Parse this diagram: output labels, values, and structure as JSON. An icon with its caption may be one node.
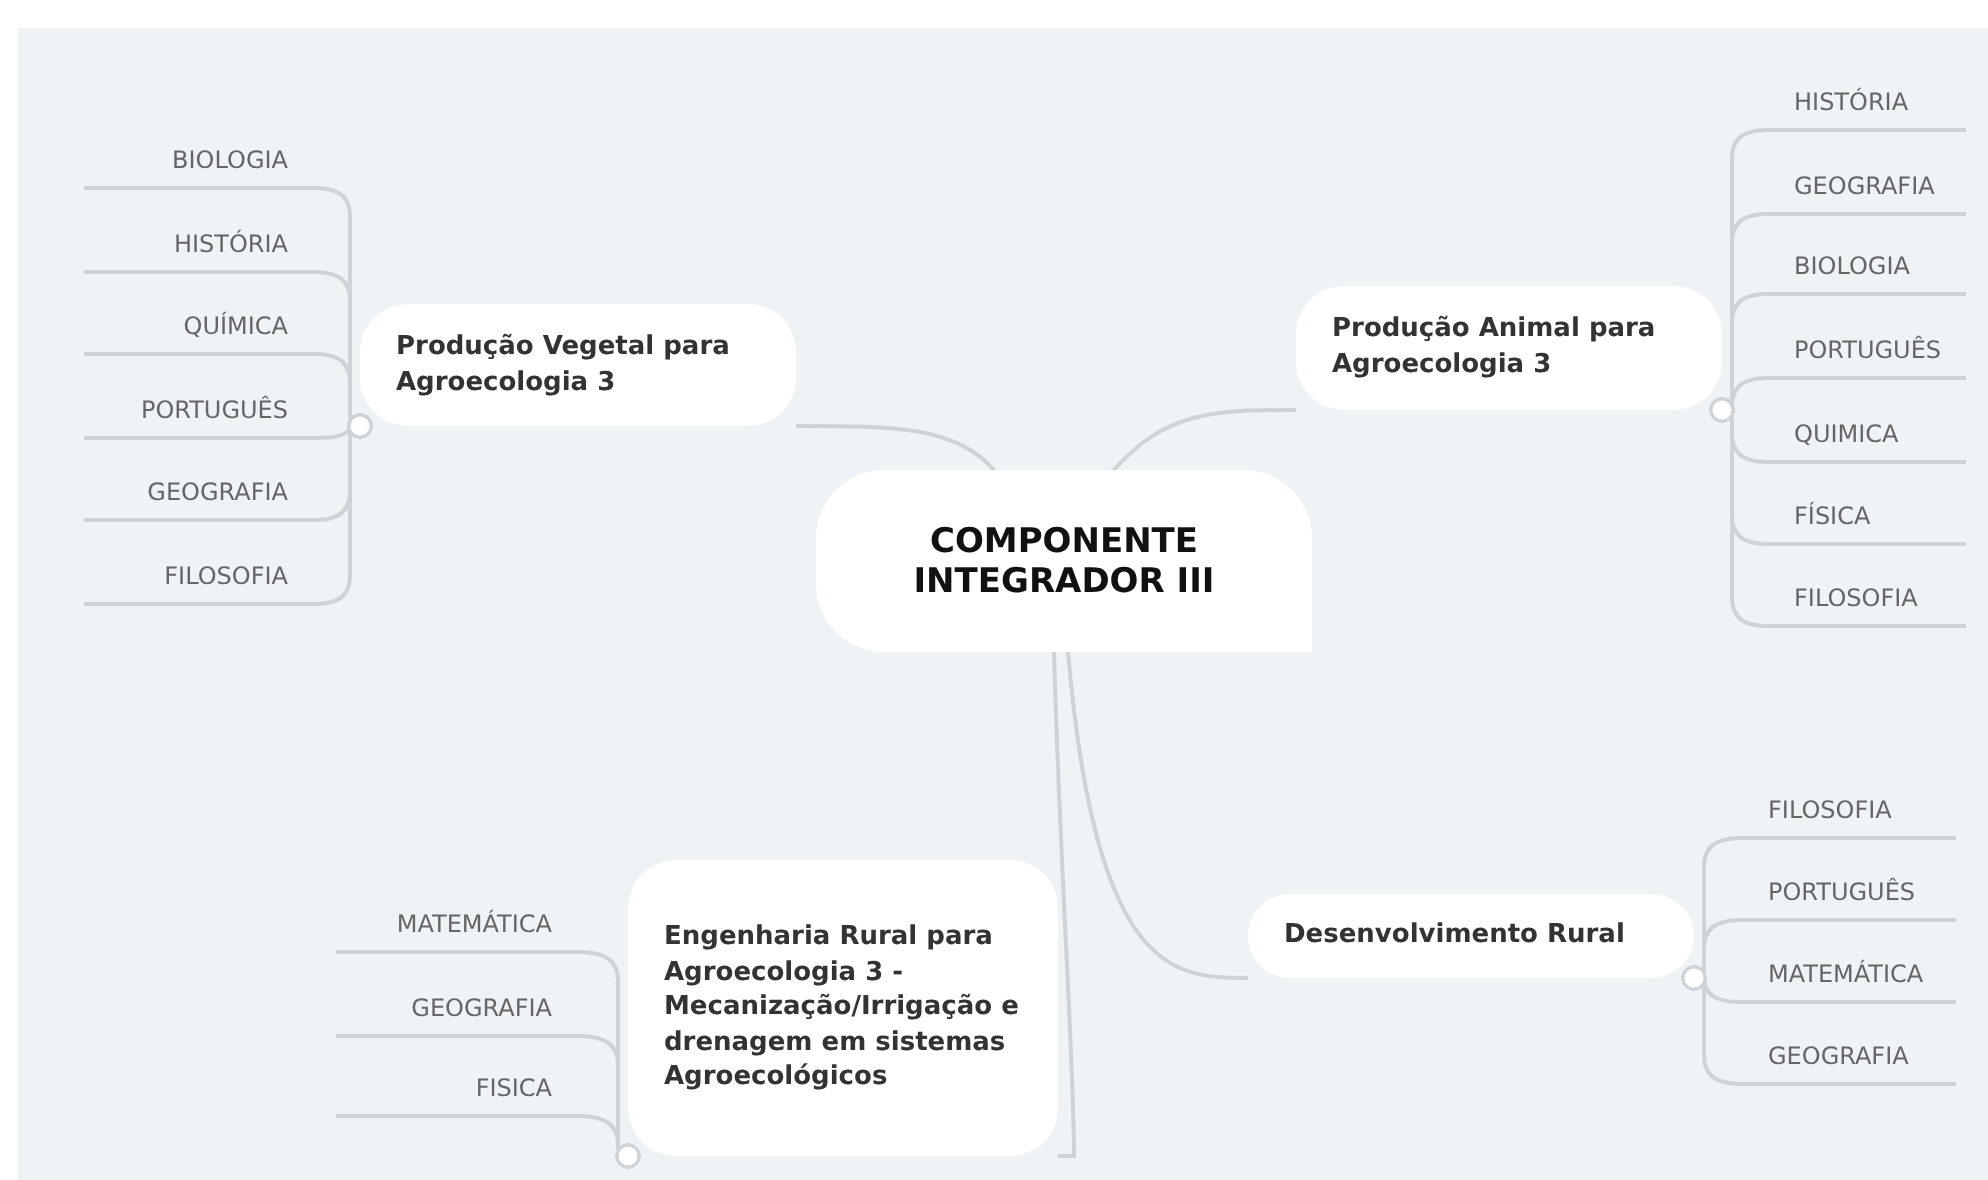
{
  "diagram": {
    "nodes": [
      {
        "text": [
          "COMPONENTE INTEGRADOR III"
        ]
      },
      {
        "text": [
          "Produção Vegetal para Agroecologia 3"
        ]
      },
      {
        "text": [
          "BIOLOGIA"
        ]
      },
      {
        "text": [
          "HISTÓRIA"
        ]
      },
      {
        "text": [
          "QUÍMICA"
        ]
      },
      {
        "text": [
          "PORTUGUÊS"
        ]
      },
      {
        "text": [
          "GEOGRAFIA"
        ]
      },
      {
        "text": [
          "FILOSOFIA"
        ]
      },
      {
        "text": [
          "Produção Animal para Agroecologia 3"
        ]
      },
      {
        "text": [
          "HISTÓRIA"
        ]
      },
      {
        "text": [
          "GEOGRAFIA"
        ]
      },
      {
        "text": [
          "BIOLOGIA"
        ]
      },
      {
        "text": [
          "PORTUGUÊS"
        ]
      },
      {
        "text": [
          "QUIMICA"
        ]
      },
      {
        "text": [
          "FÍSICA"
        ]
      },
      {
        "text": [
          "FILOSOFIA"
        ]
      },
      {
        "text": [
          "Engenharia Rural para Agroecologia 3 - Mecanização/Irrigação e drenagem em sistemas Agroecológicos"
        ]
      },
      {
        "text": [
          "MATEMÁTICA"
        ]
      },
      {
        "text": [
          "GEOGRAFIA"
        ]
      },
      {
        "text": [
          "FISICA"
        ]
      },
      {
        "text": [
          "Desenvolvimento Rural"
        ]
      },
      {
        "text": [
          "FILOSOFIA"
        ]
      },
      {
        "text": [
          "PORTUGUÊS"
        ]
      },
      {
        "text": [
          "MATEMÁTICA"
        ]
      },
      {
        "text": [
          "GEOGRAFIA"
        ]
      }
    ],
    "edges": [
      {
        "from": 0,
        "to": 1,
        "arrow": "none"
      },
      {
        "from": 1,
        "to": 2,
        "arrow": "other"
      },
      {
        "from": 1,
        "to": 3,
        "arrow": "other"
      },
      {
        "from": 1,
        "to": 4,
        "arrow": "other"
      },
      {
        "from": 1,
        "to": 5,
        "arrow": "other"
      },
      {
        "from": 1,
        "to": 6,
        "arrow": "other"
      },
      {
        "from": 1,
        "to": 7,
        "arrow": "other"
      },
      {
        "from": 0,
        "to": 8,
        "arrow": "none"
      },
      {
        "from": 8,
        "to": 9,
        "arrow": "other"
      },
      {
        "from": 8,
        "to": 10,
        "arrow": "other"
      },
      {
        "from": 8,
        "to": 11,
        "arrow": "other"
      },
      {
        "from": 8,
        "to": 12,
        "arrow": "other"
      },
      {
        "from": 8,
        "to": 13,
        "arrow": "other"
      },
      {
        "from": 8,
        "to": 14,
        "arrow": "other"
      },
      {
        "from": 8,
        "to": 15,
        "arrow": "other"
      },
      {
        "from": 0,
        "to": 16,
        "arrow": "none"
      },
      {
        "from": 16,
        "to": 17,
        "arrow": "other"
      },
      {
        "from": 16,
        "to": 18,
        "arrow": "other"
      },
      {
        "from": 16,
        "to": 19,
        "arrow": "other"
      },
      {
        "from": 0,
        "to": 20,
        "arrow": "none"
      },
      {
        "from": 20,
        "to": 21,
        "arrow": "other"
      },
      {
        "from": 20,
        "to": 22,
        "arrow": "other"
      },
      {
        "from": 20,
        "to": 23,
        "arrow": "other"
      },
      {
        "from": 20,
        "to": 24,
        "arrow": "other"
      }
    ]
  }
}
